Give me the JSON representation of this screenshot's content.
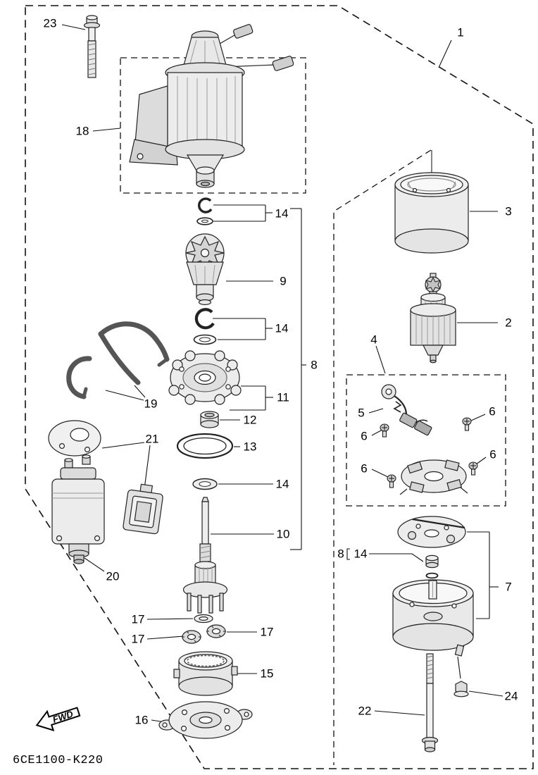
{
  "diagram": {
    "part_code": "6CE1100-K220",
    "fwd_label": "FWD",
    "callouts": {
      "1": "1",
      "2": "2",
      "3": "3",
      "4": "4",
      "5": "5",
      "6": "6",
      "7": "7",
      "8": "8",
      "9": "9",
      "10": "10",
      "11": "11",
      "12": "12",
      "13": "13",
      "14": "14",
      "15": "15",
      "16": "16",
      "17": "17",
      "18": "18",
      "19": "19",
      "20": "20",
      "21": "21",
      "22": "22",
      "23": "23",
      "24": "24"
    }
  }
}
